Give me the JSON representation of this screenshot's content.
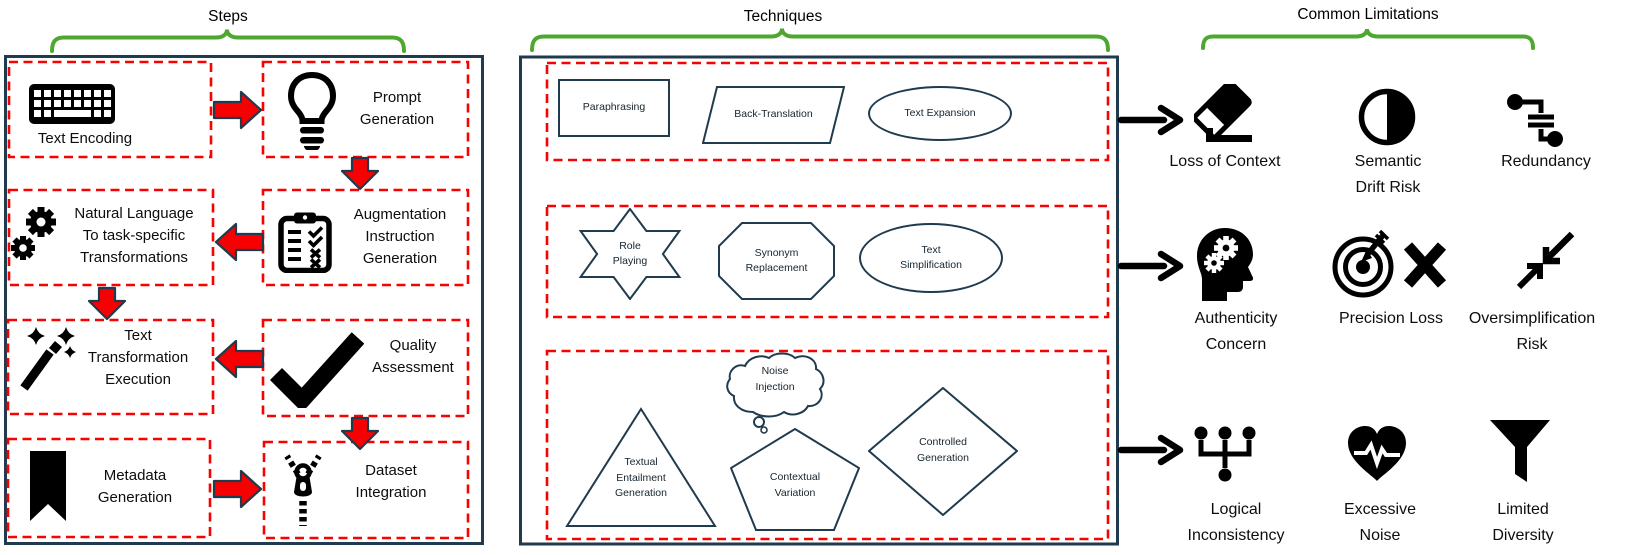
{
  "headers": {
    "steps": "Steps",
    "techniques": "Techniques",
    "limitations": "Common Limitations"
  },
  "colors": {
    "outline_navy": "#1f3b4d",
    "dashed_red": "#fa0000",
    "arrow_red_fill": "#f60002",
    "brace_green": "#4ea72e",
    "icon_black": "#000000"
  },
  "steps": {
    "items": [
      {
        "label": "Text Encoding",
        "icon": "keyboard-icon"
      },
      {
        "label": "Prompt\nGeneration",
        "icon": "lightbulb-icon"
      },
      {
        "label": "Augmentation\nInstruction\nGeneration",
        "icon": "clipboard-icon"
      },
      {
        "label": "Natural Language\nTo task-specific\nTransformations",
        "icon": "gears-icon"
      },
      {
        "label": "Text\nTransformation\nExecution",
        "icon": "magic-wand-icon"
      },
      {
        "label": "Quality\nAssessment",
        "icon": "checkmark-icon"
      },
      {
        "label": "Metadata\nGeneration",
        "icon": "bookmark-icon"
      },
      {
        "label": "Dataset\nIntegration",
        "icon": "zipper-icon"
      }
    ]
  },
  "techniques": {
    "rows": [
      {
        "shapes": [
          {
            "label": "Paraphrasing",
            "shape": "rectangle"
          },
          {
            "label": "Back-Translation",
            "shape": "parallelogram"
          },
          {
            "label": "Text Expansion",
            "shape": "ellipse"
          }
        ]
      },
      {
        "shapes": [
          {
            "label": "Role\nPlaying",
            "shape": "six-point-star"
          },
          {
            "label": "Synonym\nReplacement",
            "shape": "octagon"
          },
          {
            "label": "Text\nSimplification",
            "shape": "ellipse"
          }
        ]
      },
      {
        "shapes": [
          {
            "label": "Noise\nInjection",
            "shape": "thought-cloud"
          },
          {
            "label": "Textual\nEntailment\nGeneration",
            "shape": "triangle"
          },
          {
            "label": "Contextual\nVariation",
            "shape": "pentagon"
          },
          {
            "label": "Controlled\nGeneration",
            "shape": "diamond"
          }
        ]
      }
    ]
  },
  "limitations": {
    "items": [
      {
        "label": "Loss of Context",
        "icon": "eraser-icon"
      },
      {
        "label": "Semantic\nDrift Risk",
        "icon": "half-circle-icon"
      },
      {
        "label": "Redundancy",
        "icon": "redundancy-icon"
      },
      {
        "label": "Authenticity\nConcern",
        "icon": "head-gears-icon"
      },
      {
        "label": "Precision Loss",
        "icon": "target-x-icon"
      },
      {
        "label": "Oversimplification\nRisk",
        "icon": "collapse-arrows-icon"
      },
      {
        "label": "Logical\nInconsistency",
        "icon": "hierarchy-icon"
      },
      {
        "label": "Excessive\nNoise",
        "icon": "heart-pulse-icon"
      },
      {
        "label": "Limited\nDiversity",
        "icon": "funnel-icon"
      }
    ]
  }
}
